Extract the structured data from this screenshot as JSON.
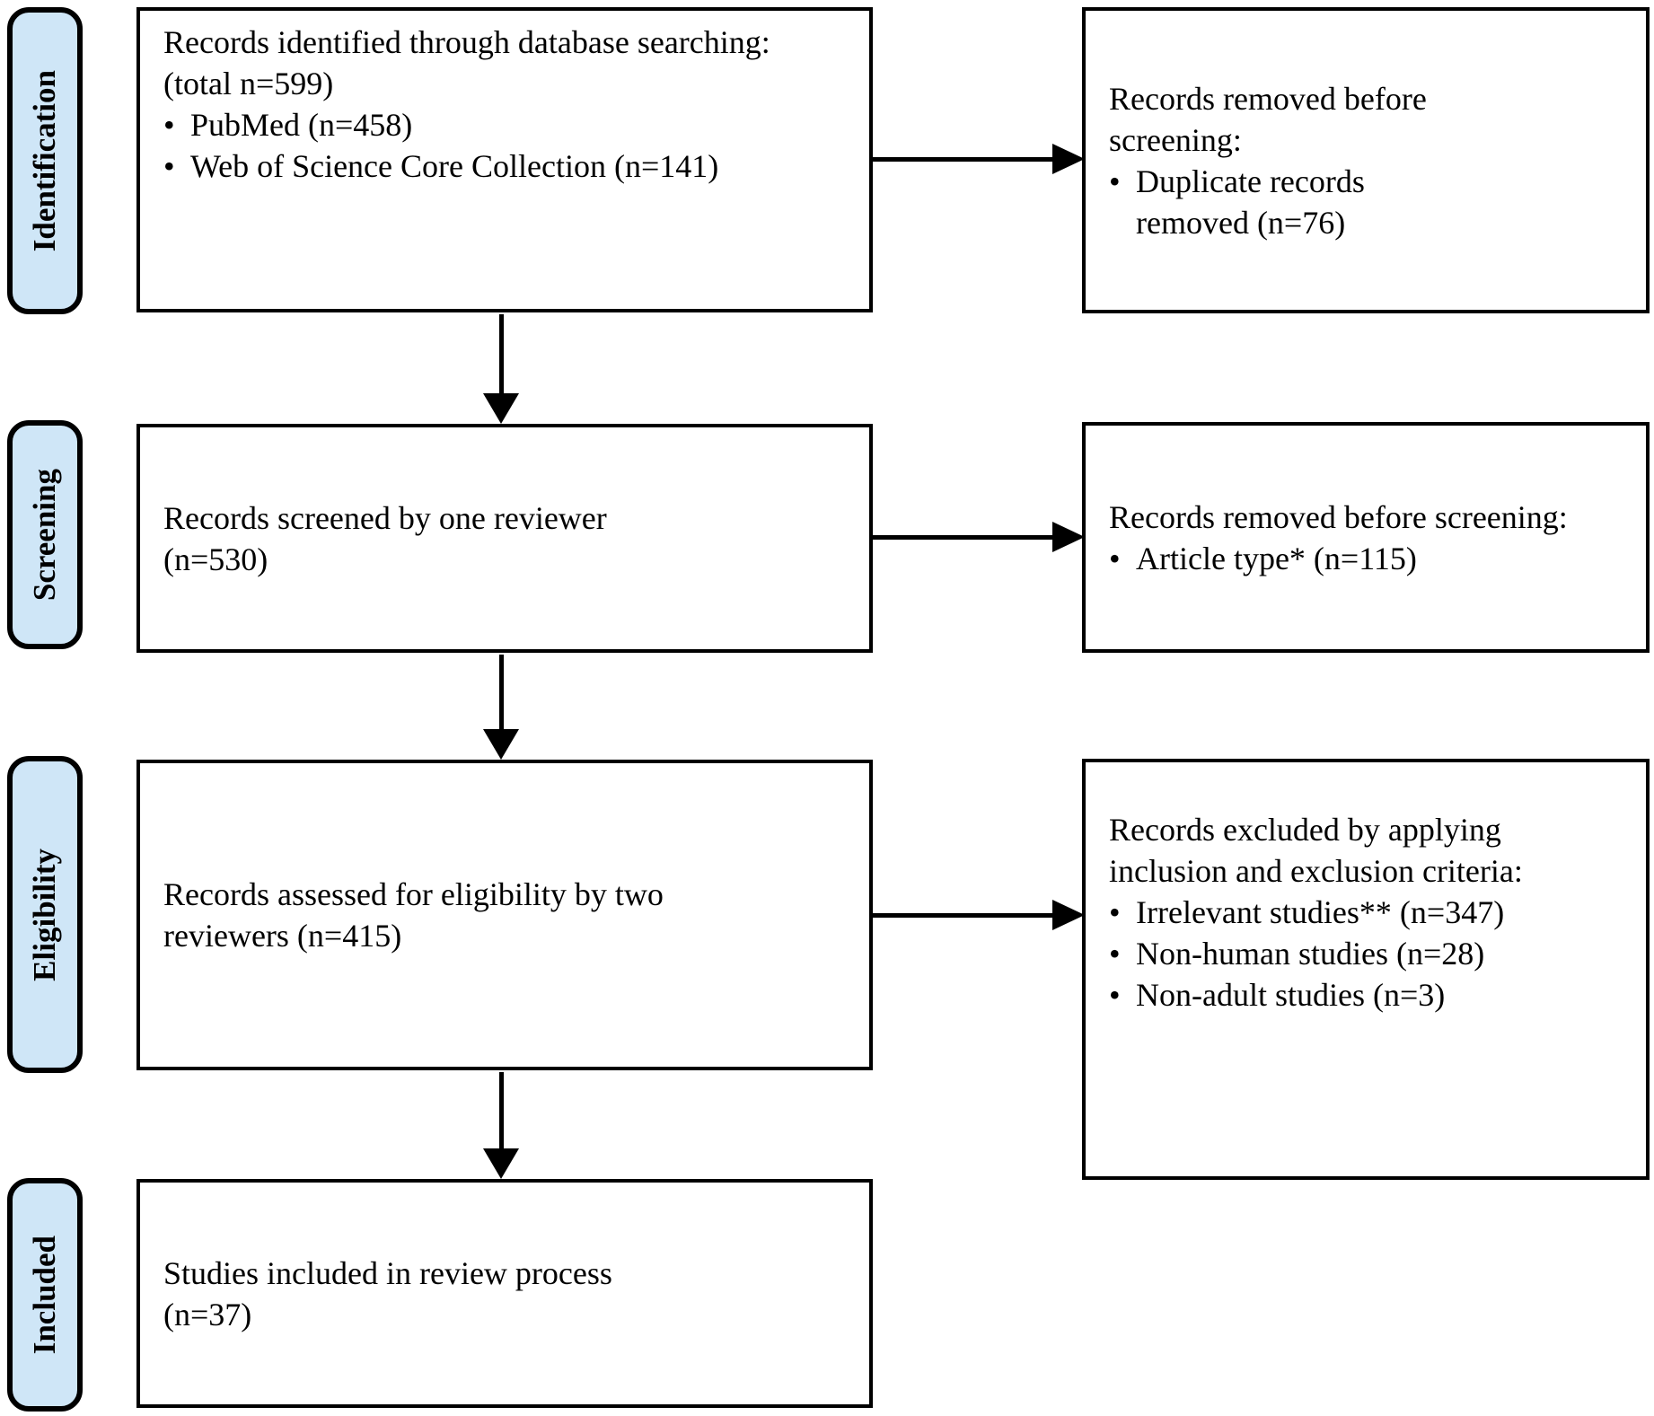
{
  "palette": {
    "stage_fill": "#cfe6f7",
    "stroke": "#000000",
    "box_fill": "#ffffff"
  },
  "stages": [
    {
      "label": "Identification"
    },
    {
      "label": "Screening"
    },
    {
      "label": "Eligibility"
    },
    {
      "label": "Included"
    }
  ],
  "flow": {
    "identified": {
      "lines": [
        "Records identified through database searching:",
        "(total n=599)"
      ],
      "bullets": [
        "PubMed (n=458)",
        "Web of Science Core Collection (n=141)"
      ]
    },
    "screened": {
      "lines": [
        "Records screened by one reviewer",
        "(n=530)"
      ]
    },
    "assessed": {
      "lines": [
        "Records assessed for eligibility by two",
        "reviewers (n=415)"
      ]
    },
    "included": {
      "lines": [
        "Studies included in review process",
        "(n=37)"
      ]
    }
  },
  "exclusions": {
    "before_screening": {
      "lines": [
        "Records removed before",
        "screening:"
      ],
      "bullets": [
        "Duplicate records removed (n=76)"
      ]
    },
    "at_screening": {
      "lines": [
        "Records removed before screening:"
      ],
      "bullets": [
        "Article type* (n=115)"
      ]
    },
    "at_eligibility": {
      "lines": [
        "Records excluded by applying",
        "inclusion and exclusion criteria:"
      ],
      "bullets": [
        "Irrelevant studies** (n=347)",
        "Non-human studies (n=28)",
        "Non-adult studies (n=3)"
      ]
    }
  }
}
